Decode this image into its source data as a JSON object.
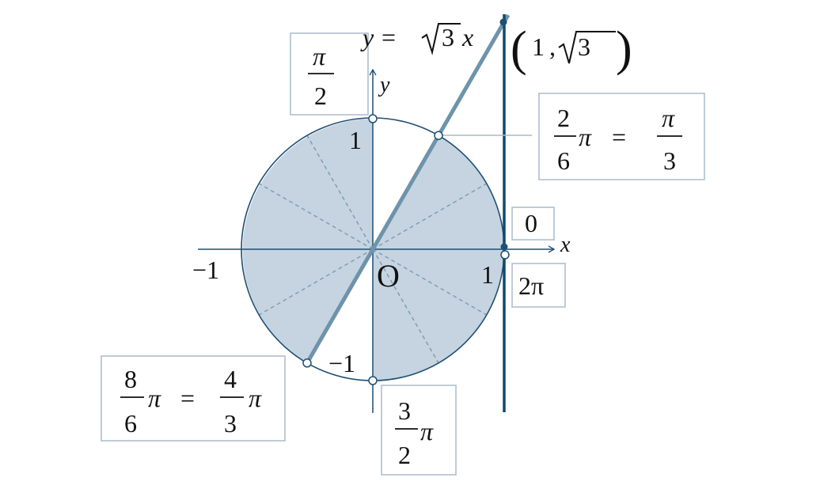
{
  "equation": {
    "lhs": "y",
    "eq": "=",
    "sqrt_arg": "3",
    "var": "x"
  },
  "point_label": {
    "open": "(",
    "x": "1",
    "comma": ",",
    "sqrt_arg": "3",
    "close": ")"
  },
  "axes": {
    "x_label": "x",
    "y_label": "y",
    "origin": "O",
    "x_pos_tick": "1",
    "x_neg_tick": "−1",
    "y_pos_tick": "1",
    "y_neg_tick": "−1"
  },
  "angle_labels": {
    "pi_half": {
      "num": "π",
      "den": "2"
    },
    "pi_third": {
      "num1": "2",
      "den1": "6",
      "pi": "π",
      "eq": "=",
      "num2": "π",
      "den2": "3"
    },
    "zero": "0",
    "two_pi": "2π",
    "four_thirds_pi": {
      "num1": "8",
      "den1": "6",
      "pi": "π",
      "eq": "=",
      "num2": "4",
      "den2": "3",
      "pi2": "π"
    },
    "three_halves_pi": {
      "num": "3",
      "den": "2",
      "pi": "π"
    }
  },
  "colors": {
    "fill": "#c5d4e0",
    "line": "#6e93aa",
    "axis": "#1f4f75",
    "tangent": "#0f4a6e"
  }
}
